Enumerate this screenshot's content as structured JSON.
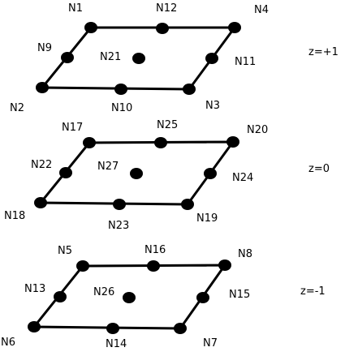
{
  "layers": [
    {
      "z_label": "z=+1",
      "corners": [
        "N1",
        "N4",
        "N3",
        "N2"
      ],
      "edge_mids": [
        "N12",
        "N11",
        "N10",
        "N9"
      ],
      "center": "N21"
    },
    {
      "z_label": "z=0",
      "corners": [
        "N17",
        "N20",
        "N19",
        "N18"
      ],
      "edge_mids": [
        "N25",
        "N24",
        "N23",
        "N22"
      ],
      "center": "N27"
    },
    {
      "z_label": "z=-1",
      "corners": [
        "N5",
        "N8",
        "N7",
        "N6"
      ],
      "edge_mids": [
        "N16",
        "N15",
        "N14",
        "N13"
      ],
      "center": "N26"
    }
  ]
}
